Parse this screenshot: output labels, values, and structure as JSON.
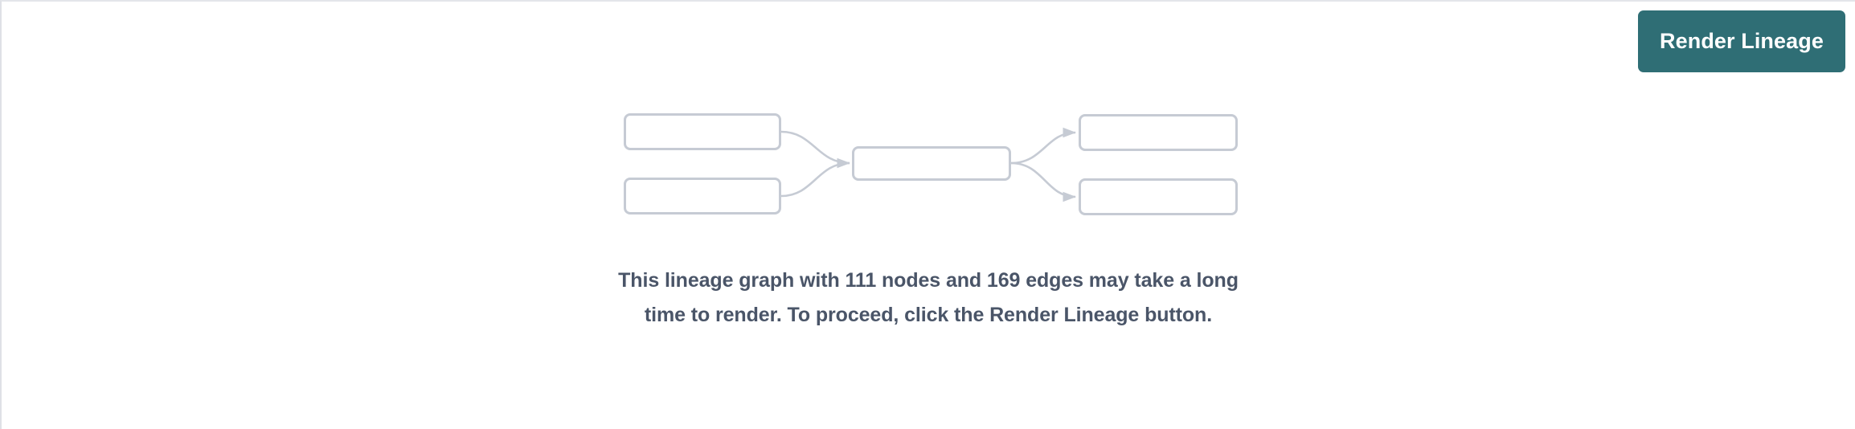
{
  "panel": {
    "background_color": "#ffffff",
    "border_color": "#e3e5ea"
  },
  "toolbar": {
    "render_button_label": "Render Lineage",
    "render_button_color": "#2f6e75",
    "render_button_text_color": "#ffffff"
  },
  "graph_placeholder": {
    "node_border_color": "#c6cbd4",
    "edge_color": "#c6cbd4",
    "nodes": [
      {
        "id": "upstream-1",
        "label": "",
        "position": "top-left"
      },
      {
        "id": "upstream-2",
        "label": "",
        "position": "bottom-left"
      },
      {
        "id": "focus",
        "label": "",
        "position": "center"
      },
      {
        "id": "downstream-1",
        "label": "",
        "position": "top-right"
      },
      {
        "id": "downstream-2",
        "label": "",
        "position": "bottom-right"
      }
    ],
    "edges": [
      {
        "from": "upstream-1",
        "to": "focus"
      },
      {
        "from": "upstream-2",
        "to": "focus"
      },
      {
        "from": "focus",
        "to": "downstream-1"
      },
      {
        "from": "focus",
        "to": "downstream-2"
      }
    ]
  },
  "message": {
    "text": "This lineage graph with 111 nodes and 169 edges may take a long time to render. To proceed, click the Render Lineage button.",
    "node_count": 111,
    "edge_count": 169,
    "text_color": "#4a5568"
  }
}
